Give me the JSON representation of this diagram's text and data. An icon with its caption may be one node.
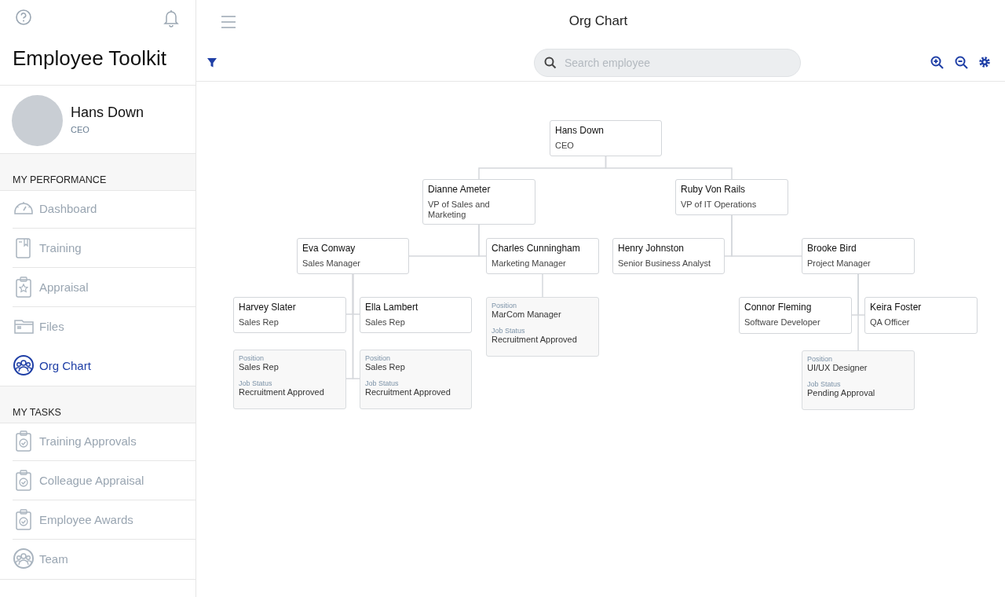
{
  "diagram": {
    "title": "Org Chart",
    "nodes": [
      {
        "text": [
          "Hans Down",
          "CEO"
        ]
      },
      {
        "text": [
          "Dianne Ameter",
          "VP of Sales and Marketing"
        ]
      },
      {
        "text": [
          "Ruby Von Rails",
          "VP of IT Operations"
        ]
      },
      {
        "text": [
          "Eva Conway",
          "Sales Manager"
        ]
      },
      {
        "text": [
          "Charles Cunningham",
          "Marketing Manager"
        ]
      },
      {
        "text": [
          "Henry Johnston",
          "Senior Business Analyst"
        ]
      },
      {
        "text": [
          "Brooke Bird",
          "Project Manager"
        ]
      },
      {
        "text": [
          "Harvey Slater",
          "Sales Rep"
        ]
      },
      {
        "text": [
          "Ella Lambert",
          "Sales Rep"
        ]
      },
      {
        "text": [
          "Position",
          "MarCom Manager",
          "Job Status",
          "Recruitment Approved"
        ]
      },
      {
        "text": [
          "Connor Fleming",
          "Software Developer"
        ]
      },
      {
        "text": [
          "Keira Foster",
          "QA Officer"
        ]
      },
      {
        "text": [
          "Position",
          "Sales Rep",
          "Job Status",
          "Recruitment Approved"
        ]
      },
      {
        "text": [
          "Position",
          "Sales Rep",
          "Job Status",
          "Recruitment Approved"
        ]
      },
      {
        "text": [
          "Position",
          "UI/UX Designer",
          "Job Status",
          "Pending Approval"
        ]
      }
    ],
    "edges": [
      {
        "from": 0,
        "to": 1,
        "arrow": "none"
      },
      {
        "from": 0,
        "to": 2,
        "arrow": "none"
      },
      {
        "from": 1,
        "to": 3,
        "arrow": "none"
      },
      {
        "from": 1,
        "to": 4,
        "arrow": "none"
      },
      {
        "from": 2,
        "to": 5,
        "arrow": "none"
      },
      {
        "from": 2,
        "to": 6,
        "arrow": "none"
      },
      {
        "from": 3,
        "to": 7,
        "arrow": "none"
      },
      {
        "from": 3,
        "to": 8,
        "arrow": "none"
      },
      {
        "from": 3,
        "to": 12,
        "arrow": "none"
      },
      {
        "from": 3,
        "to": 13,
        "arrow": "none"
      },
      {
        "from": 4,
        "to": 9,
        "arrow": "none"
      },
      {
        "from": 6,
        "to": 10,
        "arrow": "none"
      },
      {
        "from": 6,
        "to": 11,
        "arrow": "none"
      },
      {
        "from": 6,
        "to": 14,
        "arrow": "none"
      }
    ],
    "labels": [
      "Employee Toolkit",
      "Hans Down",
      "CEO",
      "MY PERFORMANCE",
      "Dashboard",
      "Training",
      "Appraisal",
      "Files",
      "Org Chart",
      "MY TASKS",
      "Training Approvals",
      "Colleague Appraisal",
      "Employee Awards",
      "Team",
      "Search employee"
    ]
  }
}
